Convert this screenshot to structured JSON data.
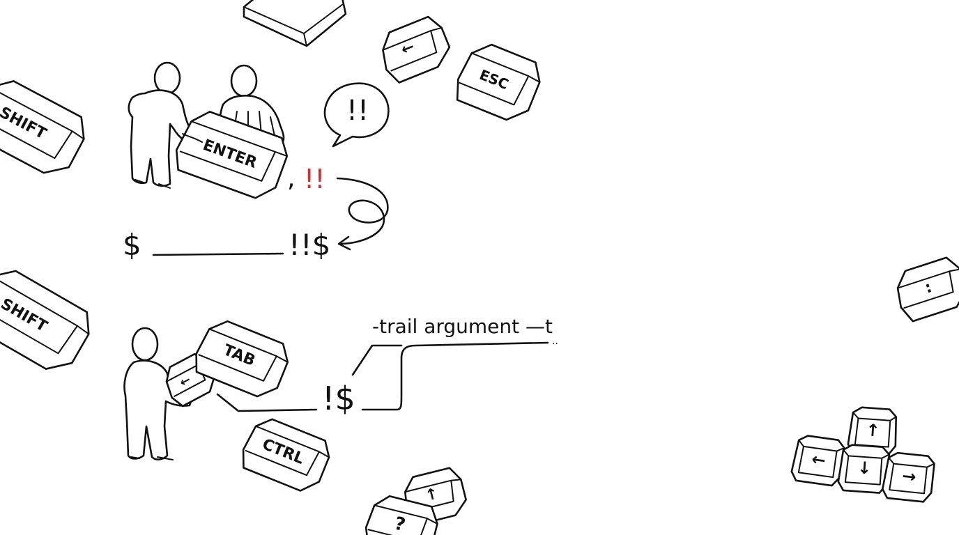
{
  "colors": {
    "ink": "#111111",
    "accent": "#d32f2f",
    "background": "#ffffff"
  },
  "keys": {
    "shift_top": "SHIFT",
    "shift_bottom": "SHIFT",
    "enter": "ENTER",
    "esc": "ESC",
    "tab": "TAB",
    "ctrl": "CTRL",
    "left_arrow": "←",
    "colon": ":",
    "up_small": "↑",
    "question": "?",
    "arrow_left": "←",
    "arrow_up": "↑",
    "arrow_down": "↓",
    "arrow_right": "→",
    "tab_left": "←"
  },
  "bubble": {
    "text": "!!"
  },
  "command_top": {
    "comma": ",",
    "bang_bang_red": "!!",
    "prompt": "$",
    "result": "!!$"
  },
  "command_bottom": {
    "result": "!$",
    "annotation": "-trail argument —t",
    "trail_dots": ".."
  },
  "icons": [
    "arrow-left-icon",
    "arrow-up-icon",
    "arrow-down-icon",
    "arrow-right-icon",
    "curly-arrow-icon"
  ]
}
